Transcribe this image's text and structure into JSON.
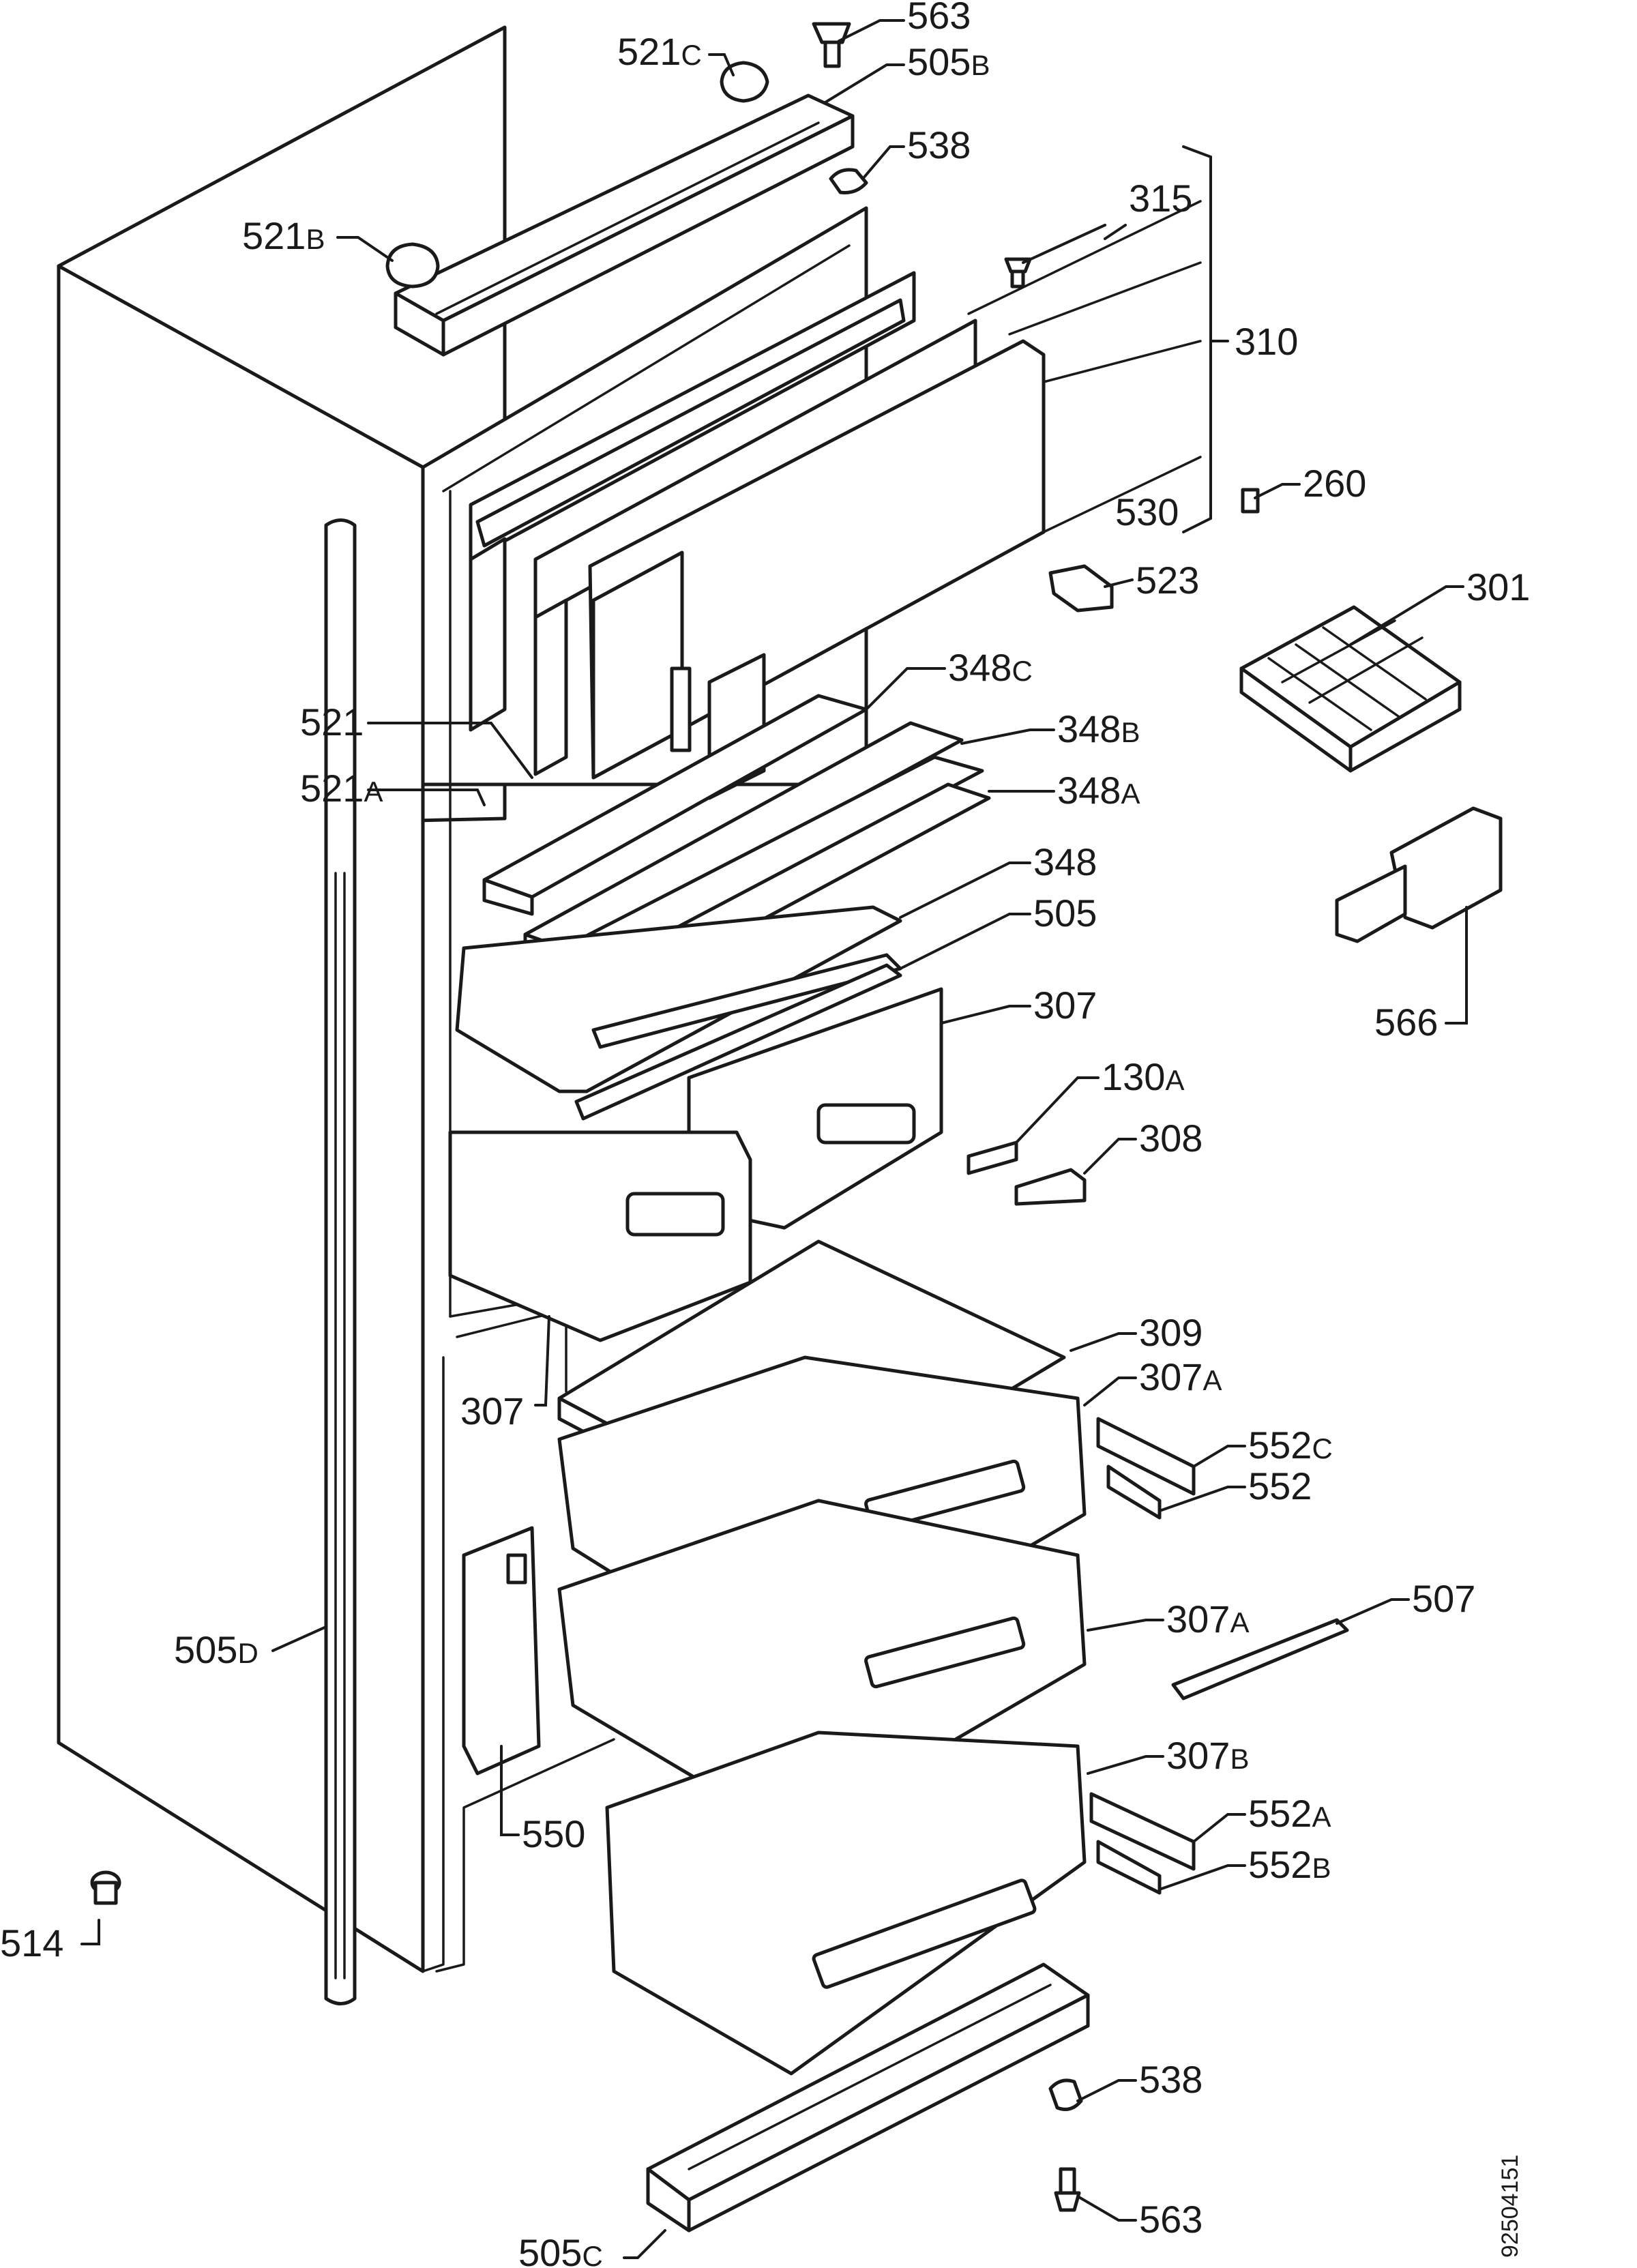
{
  "diagram_type": "exploded parts view",
  "document_number": "92504151",
  "labels": {
    "l563_top": {
      "num": "563",
      "suf": ""
    },
    "l521c": {
      "num": "521",
      "suf": "C"
    },
    "l505b": {
      "num": "505",
      "suf": "B"
    },
    "l538_top": {
      "num": "538",
      "suf": ""
    },
    "l315": {
      "num": "315",
      "suf": ""
    },
    "l521b": {
      "num": "521",
      "suf": "B"
    },
    "l310": {
      "num": "310",
      "suf": ""
    },
    "l260": {
      "num": "260",
      "suf": ""
    },
    "l530": {
      "num": "530",
      "suf": ""
    },
    "l523": {
      "num": "523",
      "suf": ""
    },
    "l301": {
      "num": "301",
      "suf": ""
    },
    "l348c": {
      "num": "348",
      "suf": "C"
    },
    "l348b": {
      "num": "348",
      "suf": "B"
    },
    "l521": {
      "num": "521",
      "suf": ""
    },
    "l348a": {
      "num": "348",
      "suf": "A"
    },
    "l521a": {
      "num": "521",
      "suf": "A"
    },
    "l348": {
      "num": "348",
      "suf": ""
    },
    "l505": {
      "num": "505",
      "suf": ""
    },
    "l307": {
      "num": "307",
      "suf": ""
    },
    "l566": {
      "num": "566",
      "suf": ""
    },
    "l130a": {
      "num": "130",
      "suf": "A"
    },
    "l308": {
      "num": "308",
      "suf": ""
    },
    "l309": {
      "num": "309",
      "suf": ""
    },
    "l307a_1": {
      "num": "307",
      "suf": "A"
    },
    "l307_left": {
      "num": "307",
      "suf": ""
    },
    "l552c": {
      "num": "552",
      "suf": "C"
    },
    "l552": {
      "num": "552",
      "suf": ""
    },
    "l507": {
      "num": "507",
      "suf": ""
    },
    "l505d": {
      "num": "505",
      "suf": "D"
    },
    "l307a_2": {
      "num": "307",
      "suf": "A"
    },
    "l307b": {
      "num": "307",
      "suf": "B"
    },
    "l552a": {
      "num": "552",
      "suf": "A"
    },
    "l550": {
      "num": "550",
      "suf": ""
    },
    "l552b": {
      "num": "552",
      "suf": "B"
    },
    "l514": {
      "num": "514",
      "suf": ""
    },
    "l538_bot": {
      "num": "538",
      "suf": ""
    },
    "l563_bot": {
      "num": "563",
      "suf": ""
    },
    "l505c": {
      "num": "505",
      "suf": "C"
    }
  }
}
